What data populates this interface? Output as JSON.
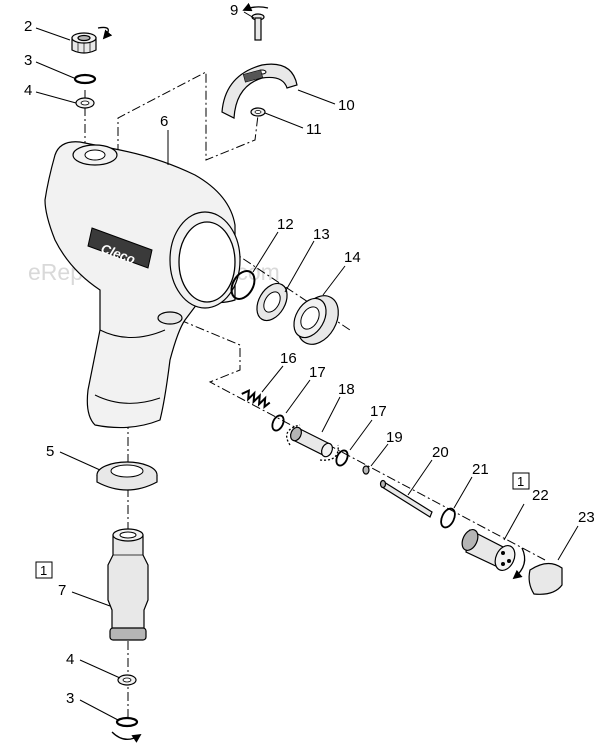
{
  "watermark": "eReplacementParts.com",
  "brand_logo": "Cleco",
  "reference_boxes": [
    "1",
    "1"
  ],
  "callouts": {
    "c2": "2",
    "c3a": "3",
    "c4a": "4",
    "c5": "5",
    "c6": "6",
    "c7": "7",
    "c4b": "4",
    "c3b": "3",
    "c9": "9",
    "c10": "10",
    "c11": "11",
    "c12": "12",
    "c13": "13",
    "c14": "14",
    "c16": "16",
    "c17a": "17",
    "c18": "18",
    "c17b": "17",
    "c19": "19",
    "c20": "20",
    "c21": "21",
    "c22": "22",
    "c23": "23"
  }
}
